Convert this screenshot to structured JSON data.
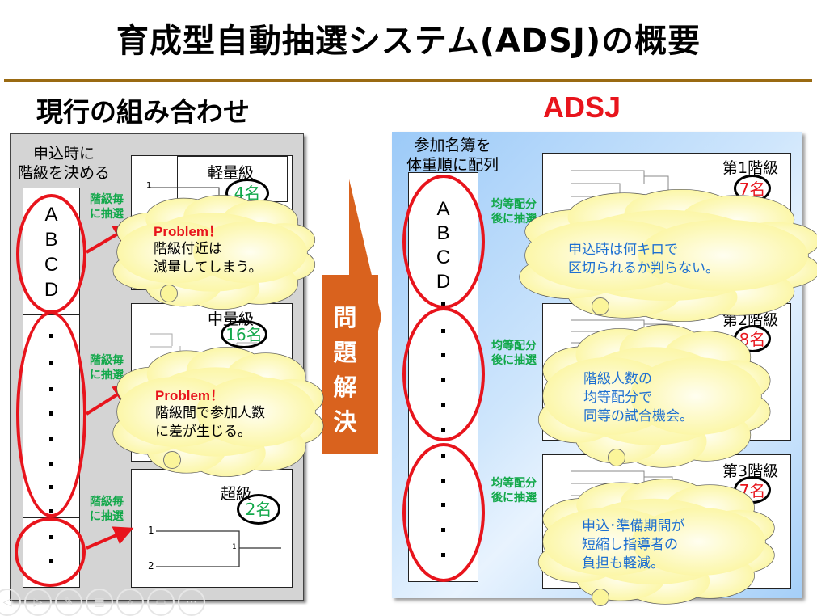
{
  "title": "育成型自動抽選システム(ADSJ)の概要",
  "left": {
    "heading": "現行の組み合わせ",
    "caption": [
      "申込時に",
      "階級を決める"
    ],
    "letters": [
      "A",
      "B",
      "C",
      "D"
    ],
    "draw_label": [
      "階級毎",
      "に抽選"
    ],
    "classes": [
      {
        "name": "軽量級",
        "count": "4名"
      },
      {
        "name": "中量級",
        "count": "16名"
      },
      {
        "name": "超級",
        "count": "2名"
      }
    ],
    "bracket_numbers": [
      "1",
      "2",
      "1"
    ],
    "clouds": [
      {
        "problem": "Problem！",
        "lines": [
          "階級付近は",
          "減量してしまう。"
        ]
      },
      {
        "problem": "Problem！",
        "lines": [
          "階級間で参加人数",
          "に差が生じる。"
        ]
      }
    ]
  },
  "middle_arrow": {
    "label": [
      "問",
      "題",
      "解",
      "決"
    ],
    "color": "#d9621e"
  },
  "right": {
    "heading": "ADSJ",
    "caption": [
      "参加名簿を",
      "体重順に配列"
    ],
    "letters": [
      "A",
      "B",
      "C",
      "D"
    ],
    "draw_label": [
      "均等配分",
      "後に抽選"
    ],
    "classes": [
      {
        "name": "第1階級",
        "count": "7名"
      },
      {
        "name": "第2階級",
        "count": "8名"
      },
      {
        "name": "第3階級",
        "count": "7名"
      }
    ],
    "clouds": [
      {
        "lines": [
          "申込時は何キロで",
          "区切られるか判らない。"
        ]
      },
      {
        "lines": [
          "階級人数の",
          "均等配分で",
          "同等の試合機会。"
        ]
      },
      {
        "lines": [
          "申込･準備期間が",
          "短縮し指導者の",
          "負担も軽減。"
        ]
      }
    ]
  },
  "colors": {
    "accent_red": "#e8141c",
    "green": "#12a84a",
    "blue_text": "#1d6fd1",
    "rule": "#9a6a12"
  },
  "controls": [
    "previous-icon",
    "next-icon",
    "pen-icon",
    "slides-icon",
    "zoom-icon",
    "subtitles-icon",
    "more-icon"
  ]
}
